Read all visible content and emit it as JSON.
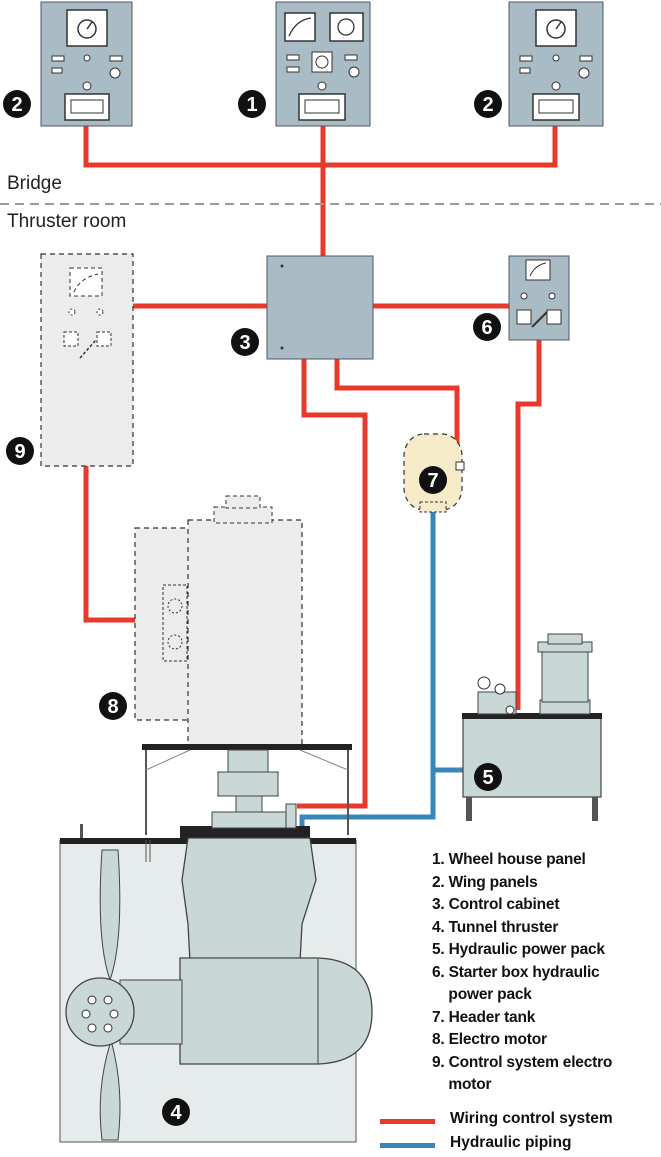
{
  "zones": {
    "upper": "Bridge",
    "lower": "Thruster room"
  },
  "markers": [
    "1",
    "2",
    "2",
    "3",
    "4",
    "5",
    "6",
    "7",
    "8",
    "9"
  ],
  "legend": {
    "items": [
      "1. Wheel house panel",
      "2. Wing panels",
      "3. Control cabinet",
      "4. Tunnel thruster",
      "5. Hydraulic power pack",
      "6. Starter box hydraulic",
      "    power pack",
      "7. Header tank",
      "8. Electro motor",
      "9. Control system electro",
      "    motor"
    ],
    "wiring_label": "Wiring control system",
    "piping_label": "Hydraulic piping"
  },
  "colors": {
    "wiring": "#e8392b",
    "piping": "#3a86b8",
    "panel": "#a9bcc6",
    "machine": "#c9d8d6",
    "dashed_fill": "#ececec",
    "tank": "#f6ebc8"
  }
}
